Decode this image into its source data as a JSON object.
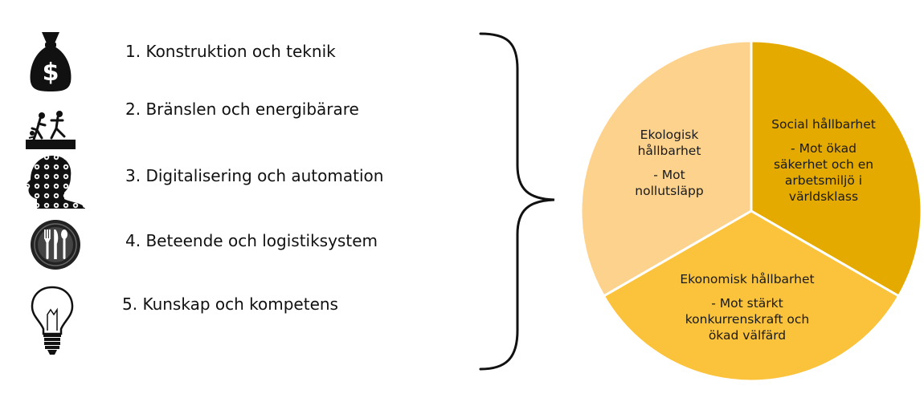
{
  "items": [
    {
      "number": "1.",
      "label": "Konstruktion och teknik",
      "icon": "money-bag-icon"
    },
    {
      "number": "2.",
      "label": "Bränslen och energibärare",
      "icon": "people-running-icon"
    },
    {
      "number": "3.",
      "label": "Digitalisering och automation",
      "icon": "head-gears-icon"
    },
    {
      "number": "4.",
      "label": "Beteende och logistiksystem",
      "icon": "plate-cutlery-icon"
    },
    {
      "number": "5.",
      "label": "Kunskap och kompetens",
      "icon": "light-bulb-icon"
    }
  ],
  "pie": {
    "segments": [
      {
        "id": "ekologisk",
        "title_lines": [
          "Ekologisk",
          "hållbarhet"
        ],
        "body_lines": [
          "- Mot",
          "nollutsläpp"
        ],
        "color": "#FDD28C"
      },
      {
        "id": "social",
        "title_lines": [
          "Social hållbarhet"
        ],
        "body_lines": [
          "- Mot ökad",
          "säkerhet och en",
          "arbetsmiljö i",
          "världsklass"
        ],
        "color": "#E5AA00"
      },
      {
        "id": "ekonomisk",
        "title_lines": [
          "Ekonomisk hållbarhet"
        ],
        "body_lines": [
          "- Mot stärkt",
          "konkurrenskraft och",
          "ökad välfärd"
        ],
        "color": "#FBC23B"
      }
    ],
    "divider_color": "#ffffff"
  }
}
